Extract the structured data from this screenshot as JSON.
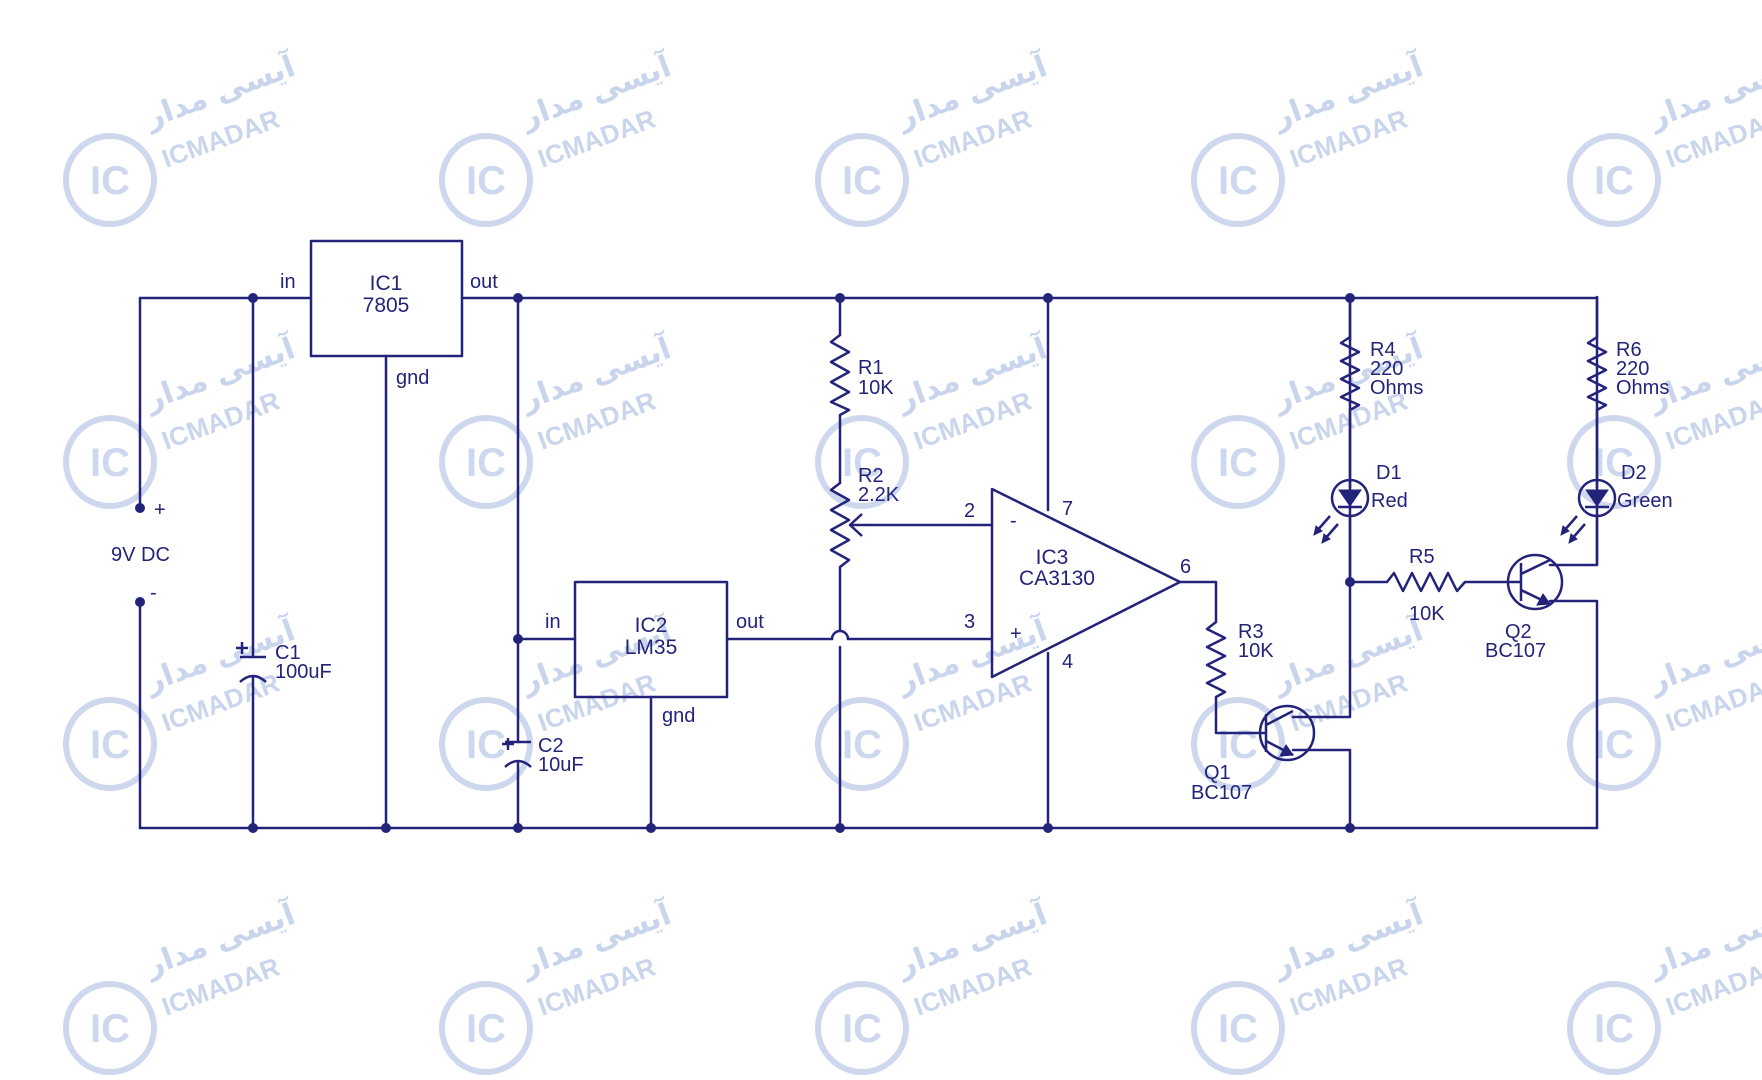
{
  "watermark": {
    "brand": "ICMADAR",
    "brand_fa": "آیسی مدار",
    "logo": "IC",
    "color": "#c9d5ec"
  },
  "colors": {
    "ink": "#23237a",
    "background": "#ffffff"
  },
  "power": {
    "label": "9V DC",
    "plus": "+",
    "minus": "-"
  },
  "ic1": {
    "ref": "IC1",
    "part": "7805",
    "pin_in": "in",
    "pin_out": "out",
    "pin_gnd": "gnd"
  },
  "ic2": {
    "ref": "IC2",
    "part": "LM35",
    "pin_in": "in",
    "pin_out": "out",
    "pin_gnd": "gnd"
  },
  "ic3": {
    "ref": "IC3",
    "part": "CA3130",
    "pin2": "2",
    "pin3": "3",
    "pin4": "4",
    "pin6": "6",
    "pin7": "7",
    "minus": "-",
    "plus": "+"
  },
  "c1": {
    "ref": "C1",
    "value": "100uF",
    "plus": "+"
  },
  "c2": {
    "ref": "C2",
    "value": "10uF",
    "plus": "+"
  },
  "r1": {
    "ref": "R1",
    "value": "10K"
  },
  "r2": {
    "ref": "R2",
    "value": "2.2K"
  },
  "r3": {
    "ref": "R3",
    "value": "10K"
  },
  "r4": {
    "ref": "R4",
    "value": "220",
    "unit": "Ohms"
  },
  "r5": {
    "ref": "R5",
    "value": "10K"
  },
  "r6": {
    "ref": "R6",
    "value": "220",
    "unit": "Ohms"
  },
  "d1": {
    "ref": "D1",
    "color_label": "Red"
  },
  "d2": {
    "ref": "D2",
    "color_label": "Green"
  },
  "q1": {
    "ref": "Q1",
    "part": "BC107"
  },
  "q2": {
    "ref": "Q2",
    "part": "BC107"
  }
}
